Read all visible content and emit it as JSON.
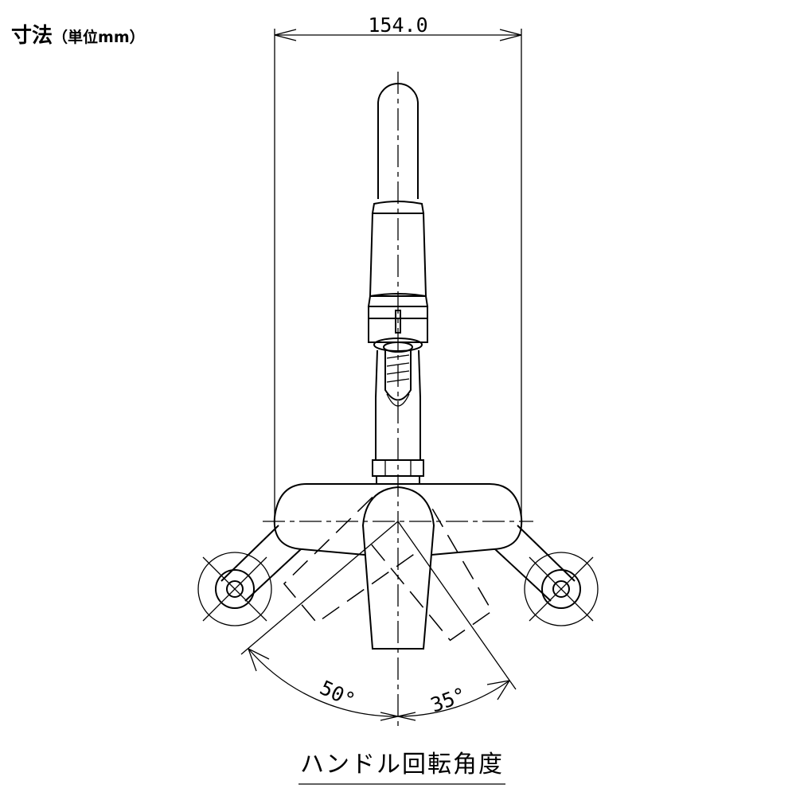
{
  "title": {
    "main": "寸法",
    "unit": "（単位mm）"
  },
  "dimensions": {
    "width": "154.0",
    "angle_left": "50°",
    "angle_right": "35°"
  },
  "caption": "ハンドル回転角度"
}
